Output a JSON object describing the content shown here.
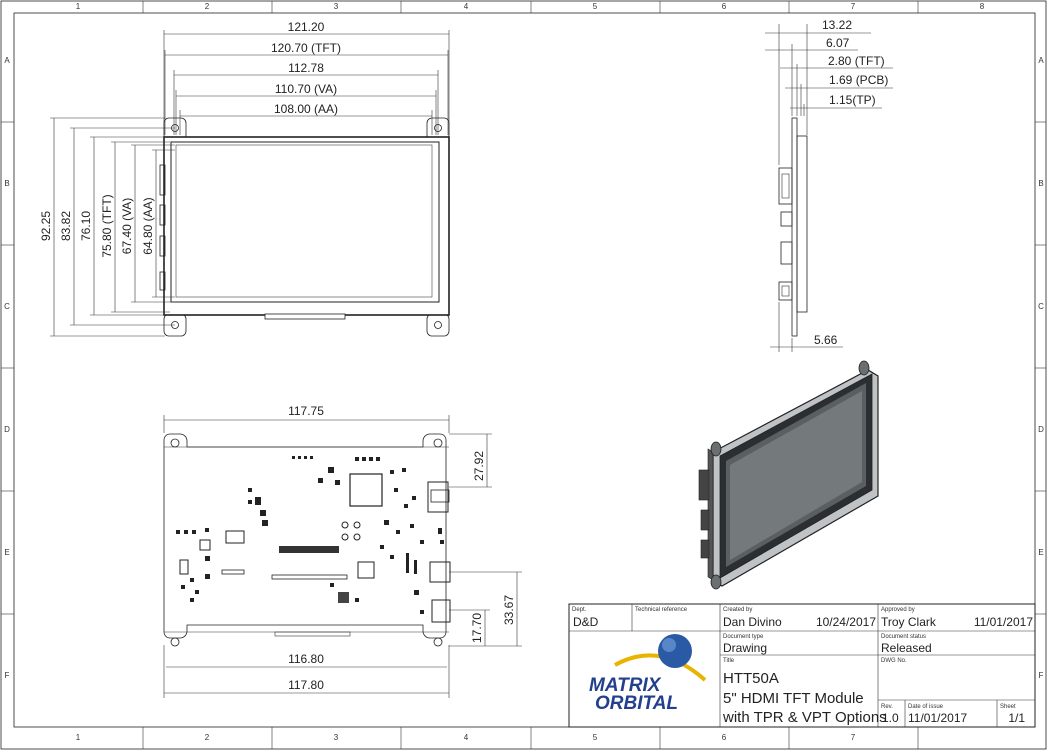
{
  "grid": {
    "cols": [
      "1",
      "2",
      "3",
      "4",
      "5",
      "6",
      "7",
      "8"
    ],
    "rows": [
      "A",
      "B",
      "C",
      "D",
      "E",
      "F"
    ]
  },
  "front_view": {
    "horizontal_dims": [
      "121.20",
      "120.70 (TFT)",
      "112.78",
      "110.70 (VA)",
      "108.00 (AA)"
    ],
    "vertical_dims": [
      "92.25",
      "83.82",
      "76.10",
      "75.80 (TFT)",
      "67.40 (VA)",
      "64.80 (AA)"
    ]
  },
  "side_view": {
    "dims": [
      "13.22",
      "6.07",
      "2.80 (TFT)",
      "1.69 (PCB)",
      "1.15(TP)"
    ],
    "bottom_dim": "5.66"
  },
  "back_view": {
    "top_dim": "117.75",
    "right_dims": [
      "27.92",
      "17.70",
      "33.67"
    ],
    "bottom_dims": [
      "116.80",
      "117.80"
    ]
  },
  "title_block": {
    "dept_label": "Dept.",
    "dept_value": "D&D",
    "tech_ref_label": "Technical reference",
    "created_by_label": "Created by",
    "created_by_name": "Dan Divino",
    "created_date": "10/24/2017",
    "approved_by_label": "Approved by",
    "approved_by_name": "Troy Clark",
    "approved_date": "11/01/2017",
    "doc_type_label": "Document type",
    "doc_type_value": "Drawing",
    "doc_status_label": "Document status",
    "doc_status_value": "Released",
    "title_label": "Title",
    "dwg_no_label": "DWG No.",
    "title_line1": "HTT50A",
    "title_line2": "5\" HDMI TFT Module",
    "title_line3": "with TPR & VPT Options",
    "rev_label": "Rev.",
    "rev_value": "1.0",
    "issue_date_label": "Date of issue",
    "issue_date_value": "11/01/2017",
    "sheet_label": "Sheet",
    "sheet_value": "1/1",
    "logo_line1": "MATRIX",
    "logo_line2": "ORBITAL"
  },
  "colors": {
    "logo_text": "#23408e",
    "logo_globe": "#2a5aa6",
    "logo_swoosh": "#e8b400",
    "screen_dark": "#3a3f42"
  }
}
